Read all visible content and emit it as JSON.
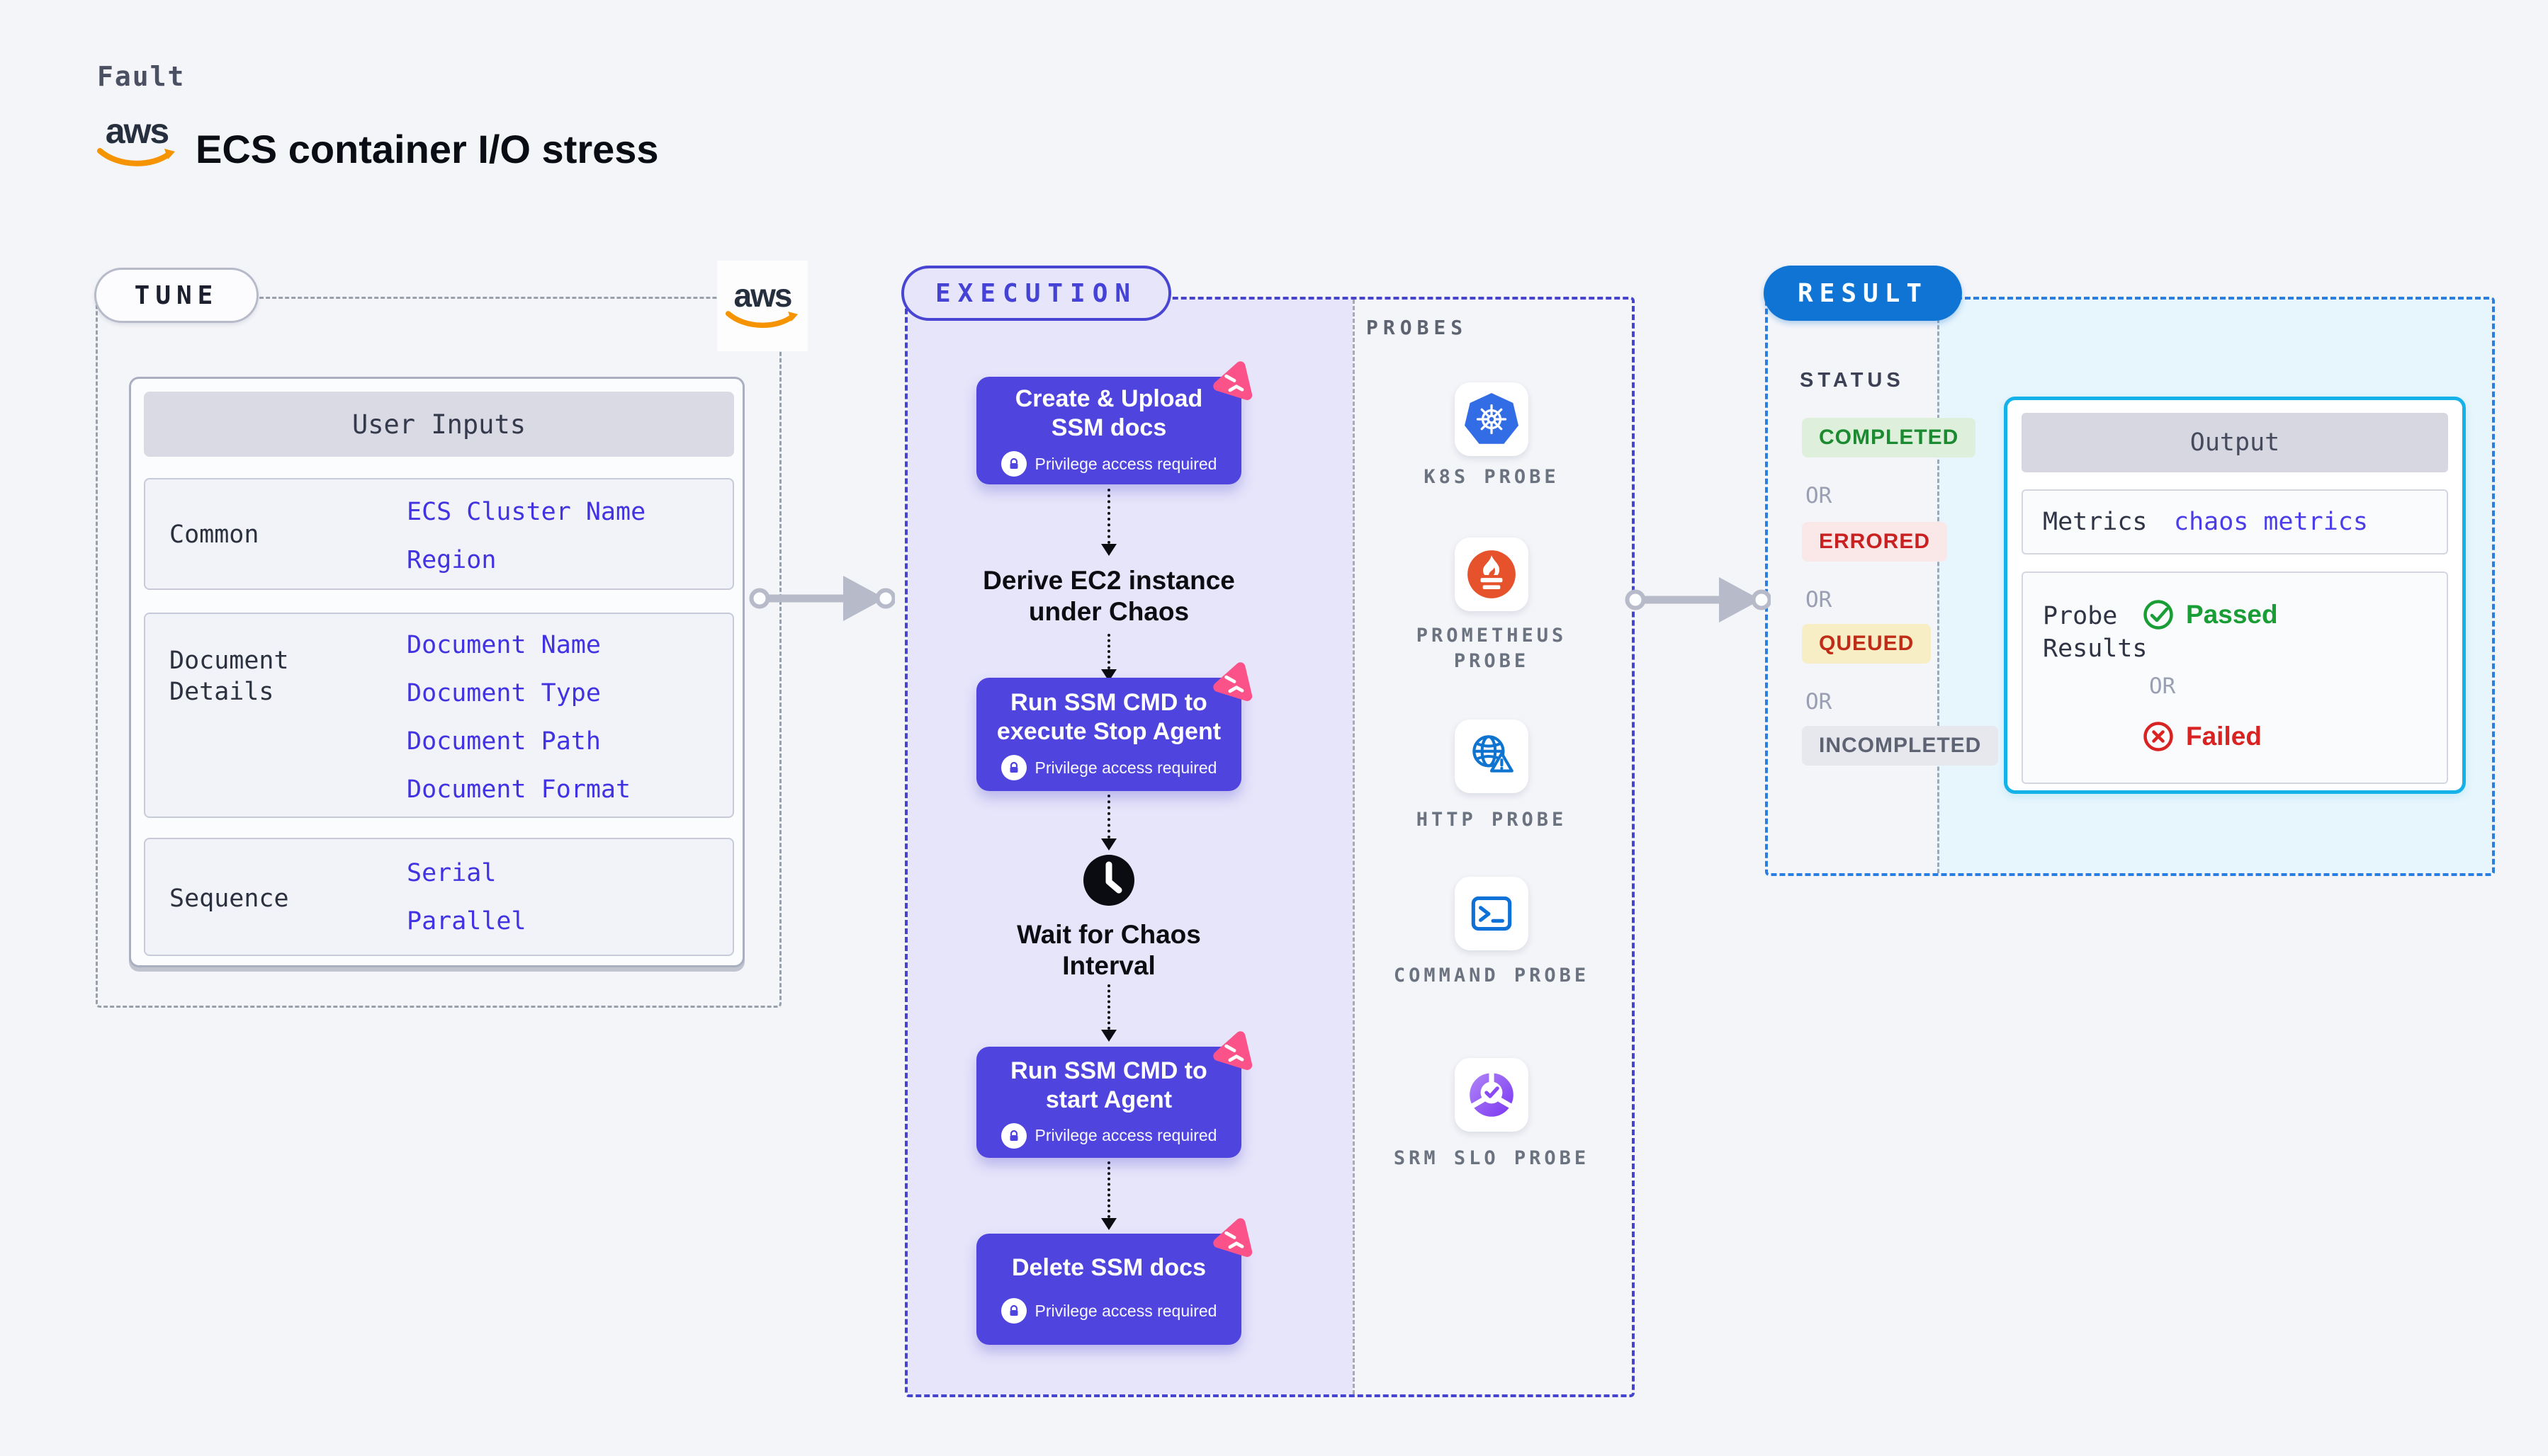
{
  "header": {
    "fault_label": "Fault",
    "aws_logo_text": "aws",
    "title": "ECS container I/O stress"
  },
  "tune": {
    "pill_label": "TUNE",
    "aws_logo_text": "aws",
    "user_inputs": {
      "header": "User Inputs",
      "rows": [
        {
          "label": "Common",
          "values": [
            "ECS Cluster Name",
            "Region"
          ]
        },
        {
          "label": "Document Details",
          "values": [
            "Document Name",
            "Document Type",
            "Document Path",
            "Document Format"
          ]
        },
        {
          "label": "Sequence",
          "values": [
            "Serial",
            "Parallel"
          ]
        }
      ]
    }
  },
  "execution": {
    "pill_label": "EXECUTION",
    "steps": [
      {
        "type": "card",
        "title": "Create & Upload SSM docs",
        "badge": "Privilege access required",
        "corner_icon": "chaos-experiment-icon",
        "badge_icon": "lock-icon"
      },
      {
        "type": "text",
        "title": "Derive EC2 instance under Chaos"
      },
      {
        "type": "card",
        "title": "Run SSM CMD to execute Stop Agent",
        "badge": "Privilege access required",
        "corner_icon": "chaos-experiment-icon",
        "badge_icon": "lock-icon"
      },
      {
        "type": "wait",
        "title": "Wait for Chaos Interval",
        "icon": "clock-icon"
      },
      {
        "type": "card",
        "title": "Run SSM CMD to start Agent",
        "badge": "Privilege access required",
        "corner_icon": "chaos-experiment-icon",
        "badge_icon": "lock-icon"
      },
      {
        "type": "card",
        "title": "Delete SSM docs",
        "badge": "Privilege access required",
        "corner_icon": "chaos-experiment-icon",
        "badge_icon": "lock-icon"
      }
    ]
  },
  "probes": {
    "section_label": "PROBES",
    "items": [
      {
        "label": "K8S PROBE",
        "icon": "kubernetes-icon"
      },
      {
        "label": "PROMETHEUS PROBE",
        "icon": "prometheus-icon"
      },
      {
        "label": "HTTP PROBE",
        "icon": "http-globe-warning-icon"
      },
      {
        "label": "COMMAND PROBE",
        "icon": "terminal-icon"
      },
      {
        "label": "SRM SLO PROBE",
        "icon": "srm-slo-donut-icon"
      }
    ]
  },
  "result": {
    "pill_label": "RESULT",
    "status": {
      "label": "STATUS",
      "separator": "OR",
      "badges": [
        {
          "label": "COMPLETED",
          "bg": "#def0dc",
          "color": "#1c8a30"
        },
        {
          "label": "ERRORED",
          "bg": "#fae7e7",
          "color": "#c92121"
        },
        {
          "label": "QUEUED",
          "bg": "#f8eec6",
          "color": "#bf2d18"
        },
        {
          "label": "INCOMPLETED",
          "bg": "#e7e8ee",
          "color": "#5d6373"
        }
      ]
    },
    "output": {
      "header": "Output",
      "metrics_label": "Metrics",
      "metrics_value": "chaos metrics",
      "probe_results_label": "Probe Results",
      "passed_label": "Passed",
      "failed_label": "Failed",
      "separator": "OR",
      "passed_icon": "check-circle-icon",
      "failed_icon": "x-circle-icon"
    }
  },
  "colors": {
    "page_bg": "#f4f5f9",
    "card_indigo": "#4f44dd",
    "execution_fill": "#e7e5fa",
    "execution_border": "#4643ce",
    "result_border": "#2a7de1",
    "result_pill_blue": "#1074d4",
    "output_border_cyan": "#15b2e9",
    "output_fill_cyan": "#e7f5fc",
    "value_indigo": "#4233e2",
    "chaos_pink": "#fb5389",
    "aws_orange": "#f59300",
    "k8s_blue": "#326de6",
    "prometheus_orange": "#e6522c",
    "http_blue": "#0f74d0",
    "terminal_blue": "#0e71d8",
    "srm_purple": "#7a36f0",
    "passed_green": "#189e35",
    "failed_red": "#d92222",
    "arrow_grey": "#b7bac8"
  }
}
